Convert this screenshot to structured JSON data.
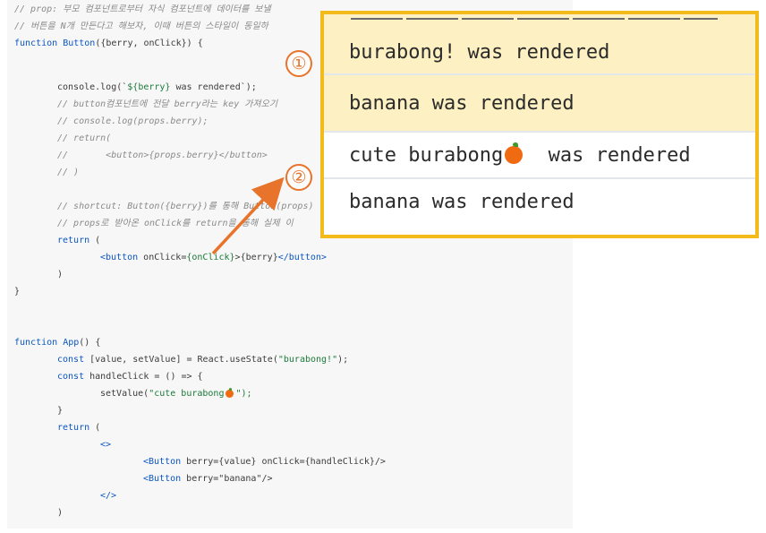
{
  "code": {
    "comment1": "// prop: 부모 컴포넌트로부터 자식 컴포넌트에 데이터를 보낼",
    "comment2": "// 버튼을 N개 만든다고 해보자, 이때 버튼의 스타일이 동일하",
    "fn_button_kw": "function",
    "fn_button_name": "Button",
    "fn_button_args": "({berry, onClick}) {",
    "console_pre": "console.log(`",
    "console_tpl": "${berry}",
    "console_post": " was rendered`);",
    "c_button1": "// button컴포넌트에 전달 berry라는 key 가져오기",
    "c_button2": "// console.log(props.berry);",
    "c_button3": "// return(",
    "c_button4": "//       <button>{props.berry}</button>",
    "c_button5": "// )",
    "c_short1": "// shortcut: Button({berry})를 통해 Button(props)",
    "c_short2": "// props로 받아온 onClick를 return을 통해 실제 이",
    "return_kw": "return",
    "paren_open": " (",
    "btn_open": "<button",
    "btn_attr": " onClick",
    "btn_eq": "=",
    "btn_val": "{onClick}",
    "btn_mid": ">{berry}",
    "btn_close": "</button>",
    "paren_close": ")",
    "brace_close": "}",
    "fn_app_kw": "function",
    "fn_app_name": "App",
    "fn_app_args": "() {",
    "const_kw": "const",
    "state_line": " [value, setValue] = React.useState(",
    "state_str": "\"burabong!\"",
    "state_end": ");",
    "handle_line": " handleClick = () => {",
    "set_line": "setValue(",
    "set_str": "\"cute burabong",
    "set_end": "\");",
    "frag_open": "<>",
    "btn1_open": "<Button",
    "btn1_rest": " berry={value} onClick={handleClick}/>",
    "btn2_open": "<Button",
    "btn2_rest": " berry=\"banana\"/>",
    "frag_close": "</>"
  },
  "console_output": {
    "row1": "burabong! was rendered",
    "row2": "banana was rendered",
    "row3_pre": "cute burabong",
    "row3_post": "  was rendered",
    "row4": "banana was rendered"
  },
  "annotations": {
    "marker1": "①",
    "marker2": "②"
  },
  "colors": {
    "highlight_border": "#f3ba1c",
    "highlight_bg": "#fdf0c2",
    "annotation": "#e8732a"
  }
}
